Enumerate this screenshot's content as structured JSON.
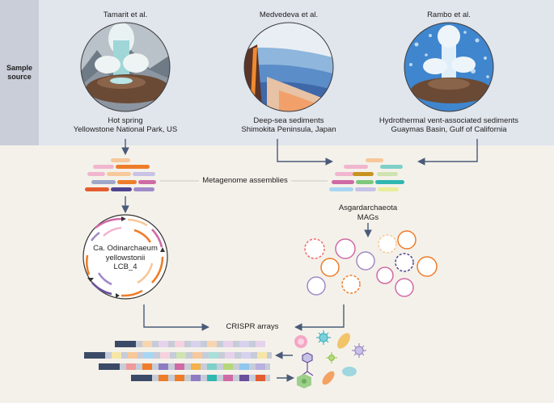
{
  "side_label": "Sample\nsource",
  "sources": [
    {
      "author": "Tamarit et al.",
      "line1": "Hot spring",
      "line2": "Yellowstone National Park, US"
    },
    {
      "author": "Medvedeva et al.",
      "line1": "Deep-sea sediments",
      "line2": "Shimokita Peninsula, Japan"
    },
    {
      "author": "Rambo et al.",
      "line1": "Hydrothermal vent-associated sediments",
      "line2": "Guaymas Basin, Gulf of California"
    }
  ],
  "labels": {
    "metagenome": "Metagenome assemblies",
    "mags": "Asgardarchaeota\nMAGs",
    "genome": "Ca. Odinarchaeum\nyellowstonii\nLCB_4",
    "crispr": "CRISPR arrays"
  },
  "colors": {
    "arrow": "#4a5a78",
    "crispr_repeat": "#3b4a66",
    "spacer_gray": "#c6ccd8",
    "orange": "#ee7d2a",
    "purple": "#6a4f9c",
    "pink": "#d06aa4",
    "lilac": "#a08ac8"
  }
}
